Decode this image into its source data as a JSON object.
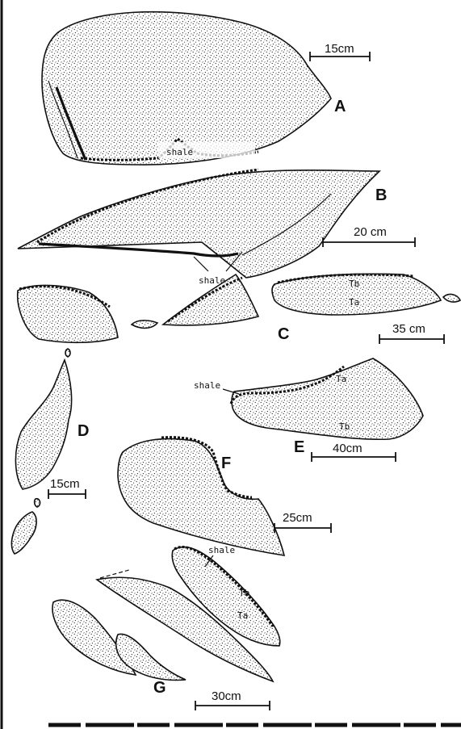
{
  "figure": {
    "labels": {
      "A": "A",
      "B": "B",
      "C": "C",
      "D": "D",
      "E": "E",
      "F": "F",
      "G": "G"
    },
    "scales": {
      "A": "15cm",
      "B": "20 cm",
      "C": "35 cm",
      "D": "15cm",
      "E": "40cm",
      "F": "25cm",
      "G": "30cm"
    },
    "annotations": {
      "shale_A": "shale",
      "shale_B": "shale",
      "shale_E": "shale",
      "shale_G": "shale",
      "C_Tb": "Tb",
      "C_Ta": "Ta",
      "E_Ta": "Ta",
      "E_Tb": "Tb",
      "G_Tb": "Tb",
      "G_Ta": "Ta"
    },
    "colors": {
      "ink": "#111111",
      "paper": "#ffffff"
    }
  }
}
